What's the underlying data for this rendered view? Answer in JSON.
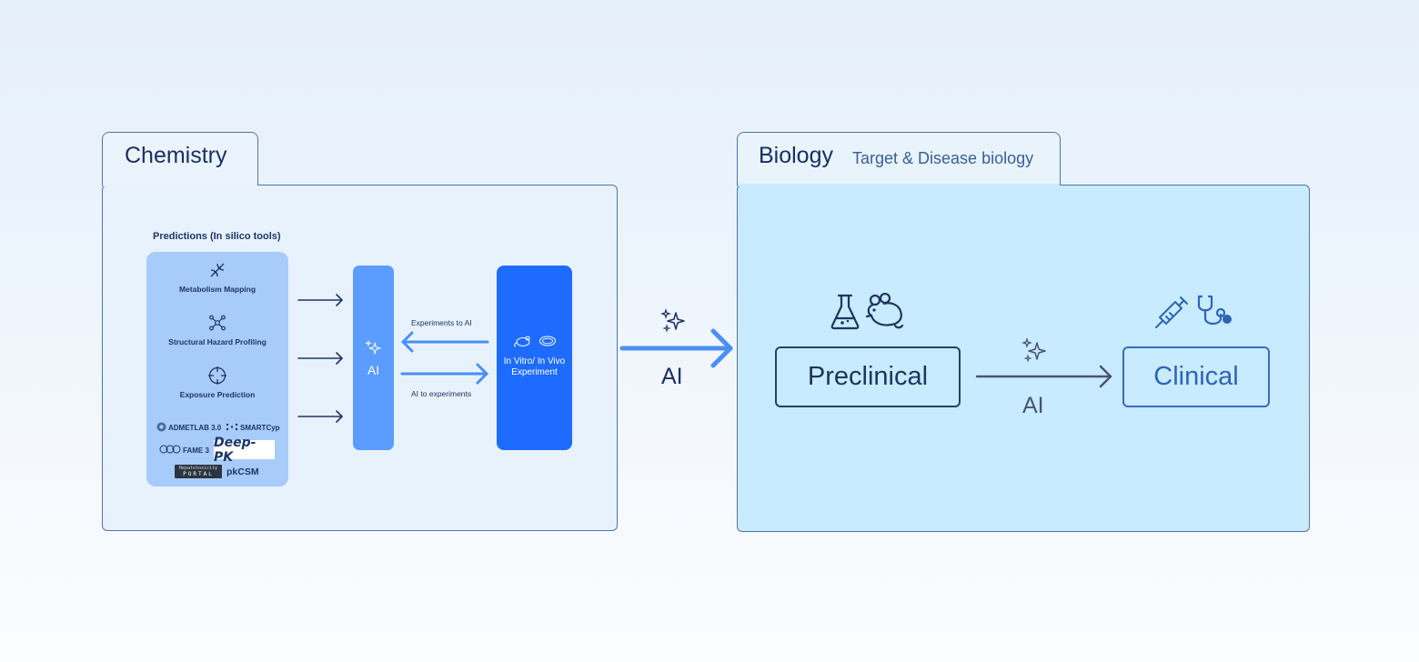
{
  "chemistry": {
    "title": "Chemistry",
    "predictions_heading": "Predictions (In silico tools)",
    "tools": [
      {
        "label": "Metabolism Mapping",
        "icon": "dna-icon"
      },
      {
        "label": "Structural Hazard Profiling",
        "icon": "molecule-icon"
      },
      {
        "label": "Exposure Prediction",
        "icon": "crosshair-icon"
      }
    ],
    "logos": {
      "admetlab": "ADMETLAB 3.0",
      "smartcyp": "SMARTCyp",
      "fame": "FAME 3",
      "deeppk": "Deep-PK",
      "portal_top": "Hepatotoxicity",
      "portal_bottom": "PORTAL",
      "pkcsm": "pkCSM"
    },
    "ai_label": "AI",
    "experiments_to_ai": "Experiments to AI",
    "ai_to_experiments": "AI to experiments",
    "experiment_label_line1": "In Vitro/ In Vivo",
    "experiment_label_line2": "Experiment"
  },
  "center": {
    "ai_label": "AI"
  },
  "biology": {
    "title": "Biology",
    "subtitle": "Target & Disease biology",
    "preclinical": "Preclinical",
    "clinical": "Clinical",
    "ai_label": "AI"
  },
  "colors": {
    "navy": "#1a3060",
    "blue_arrow": "#4a8ff5",
    "ai_bar": "#5a9cff",
    "experiment_bar": "#1d6cff",
    "biology_panel": "#c8ebff",
    "tools_panel": "#a7cbfb"
  }
}
